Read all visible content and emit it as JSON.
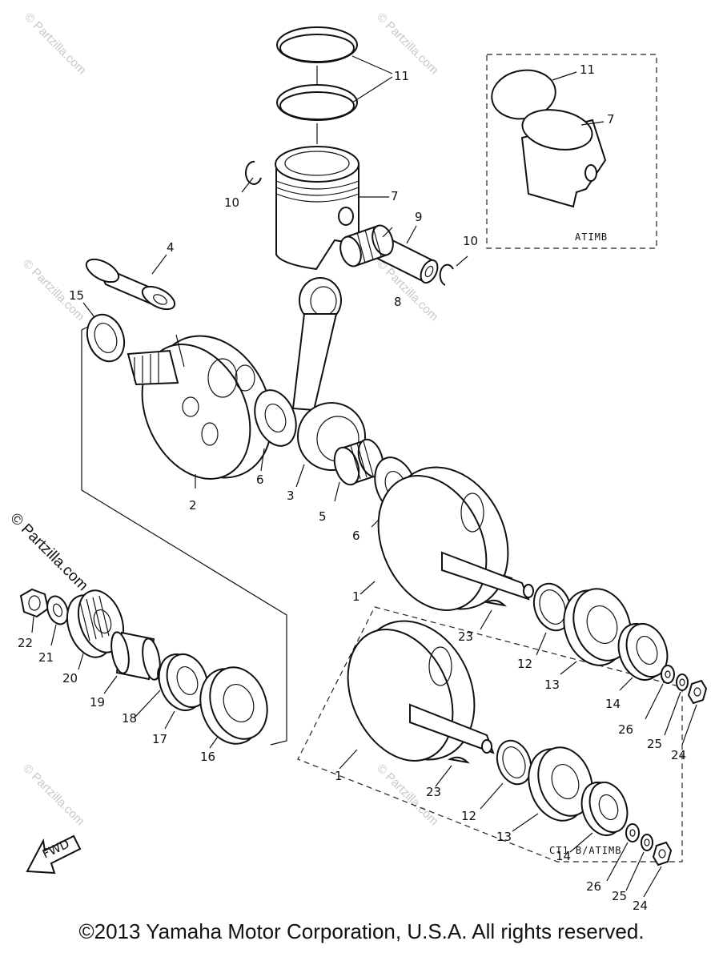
{
  "diagram": {
    "watermark": "© Partzilla.com",
    "watermark_side": "© Partzilla.com",
    "inset_top_label": "ATIMB",
    "inset_bottom_label": "CT1 B/ATIMB",
    "fwd_label": "FWD",
    "callouts": {
      "c1a": "1",
      "c1b": "1",
      "c2": "2",
      "c3": "3",
      "c4": "4",
      "c5": "5",
      "c6a": "6",
      "c6b": "6",
      "c7": "7",
      "c7i": "7",
      "c8": "8",
      "c9": "9",
      "c10a": "10",
      "c10b": "10",
      "c11": "11",
      "c11i": "11",
      "c12a": "12",
      "c12b": "12",
      "c13a": "13",
      "c13b": "13",
      "c14a": "14",
      "c14b": "14",
      "c15": "15",
      "c16": "16",
      "c17": "17",
      "c18": "18",
      "c19": "19",
      "c20": "20",
      "c21": "21",
      "c22": "22",
      "c23a": "23",
      "c23b": "23",
      "c24a": "24",
      "c24b": "24",
      "c25a": "25",
      "c25b": "25",
      "c26a": "26",
      "c26b": "26"
    }
  },
  "footer": {
    "copyright": "©2013 Yamaha Motor Corporation, U.S.A. All rights reserved."
  }
}
